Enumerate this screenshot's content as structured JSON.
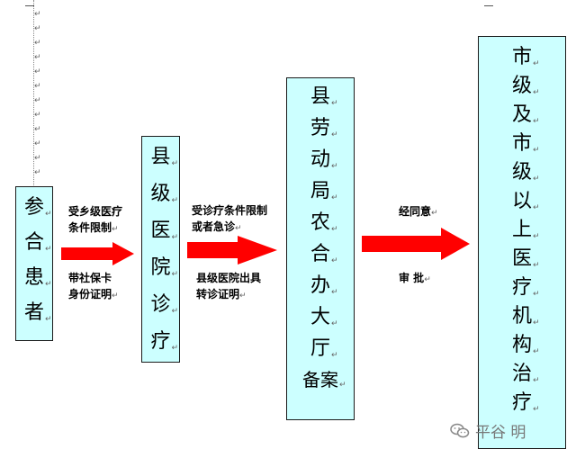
{
  "nodes": [
    {
      "name": "participant",
      "chars": [
        "参",
        "合",
        "患",
        "者"
      ]
    },
    {
      "name": "county-hospital",
      "chars": [
        "县",
        "级",
        "医",
        "院",
        "诊",
        "疗"
      ]
    },
    {
      "name": "county-office",
      "chars": [
        "县",
        "劳",
        "动",
        "局",
        "农",
        "合",
        "办",
        "大",
        "厅"
      ],
      "last": "备案"
    },
    {
      "name": "city-hospital",
      "chars": [
        "市",
        "级",
        "及",
        "市",
        "级",
        "以",
        "上",
        "医",
        "疗",
        "机",
        "构",
        "治",
        "疗"
      ]
    }
  ],
  "edges": [
    {
      "top": [
        "受乡级医疗",
        "条件限制"
      ],
      "bottom": [
        "带社保卡",
        "身份证明"
      ]
    },
    {
      "top": [
        "受诊疗条件限制",
        "或者急诊"
      ],
      "bottom": [
        "县级医院出具",
        "转诊证明"
      ]
    },
    {
      "top": [
        "经同意"
      ],
      "bottom": [
        "审 批"
      ]
    }
  ],
  "para_mark": "↵",
  "watermark_text": "平谷 明",
  "colors": {
    "box_fill": "#ccffff",
    "arrow_fill": "#ff0000",
    "border": "#1a1a1a"
  }
}
